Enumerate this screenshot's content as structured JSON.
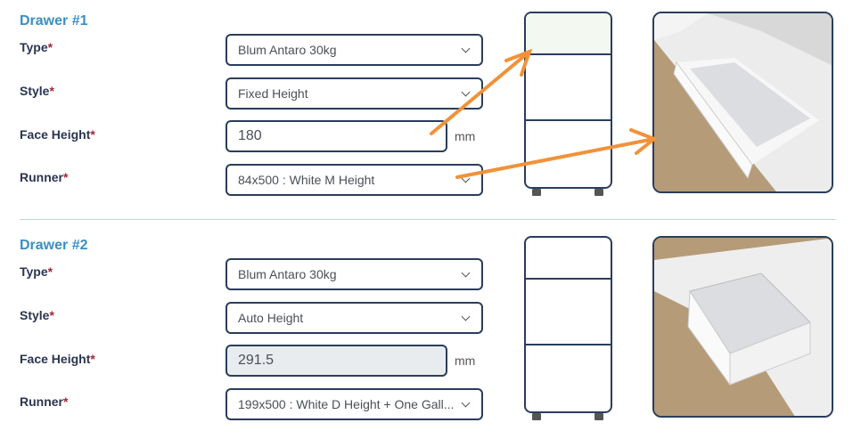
{
  "drawers": [
    {
      "title": "Drawer #1",
      "type_label": "Type",
      "style_label": "Style",
      "face_label": "Face Height",
      "runner_label": "Runner",
      "req": "*",
      "type": "Blum Antaro 30kg",
      "style": "Fixed Height",
      "face_height": "180",
      "unit": "mm",
      "runner": "84x500 : White M Height"
    },
    {
      "title": "Drawer #2",
      "type_label": "Type",
      "style_label": "Style",
      "face_label": "Face Height",
      "runner_label": "Runner",
      "req": "*",
      "type": "Blum Antaro 30kg",
      "style": "Auto Height",
      "face_height": "291.5",
      "unit": "mm",
      "runner": "199x500 : White D Height + One Gall..."
    }
  ],
  "colors": {
    "accent": "#3a8fc0",
    "arrow": "#f0923a",
    "border": "#2a3d5c"
  }
}
